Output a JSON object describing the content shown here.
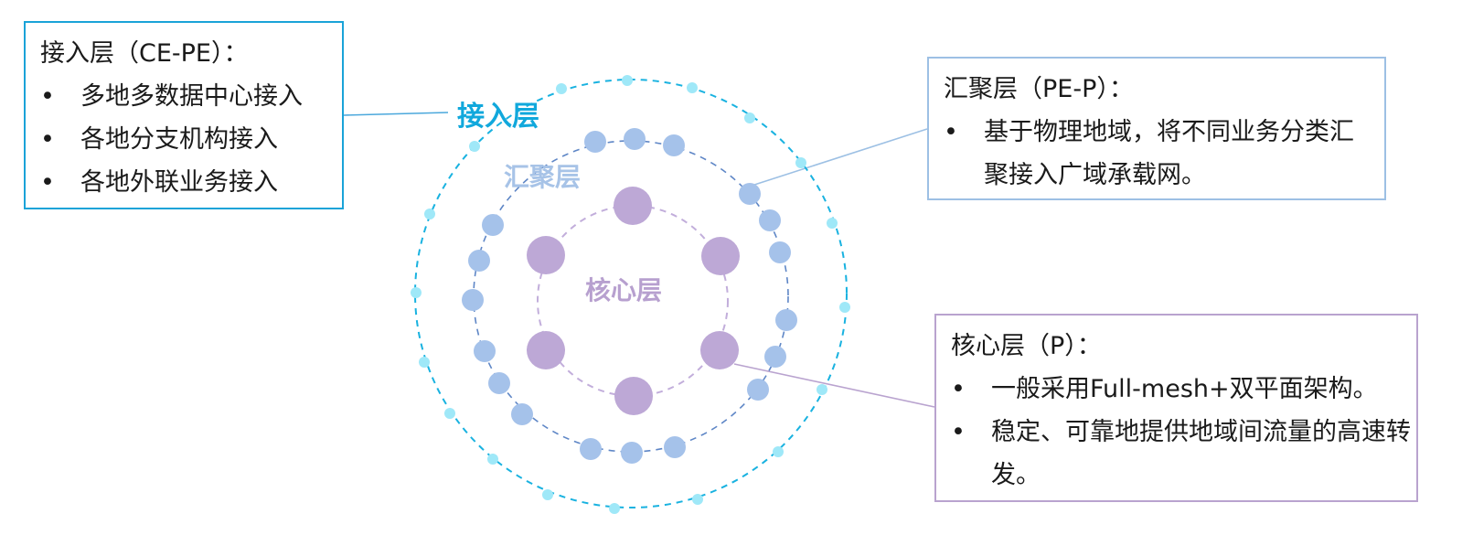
{
  "colors": {
    "access": "#19b2e0",
    "access_node": "#9fe8f8",
    "aggregation": "#5e86c6",
    "aggregation_node": "#a5c2ea",
    "core": "#c2aedb",
    "core_node": "#bda8d6",
    "access_box_border": "#1aa3d8",
    "aggregation_box_border": "#9dc0e4",
    "core_box_border": "#b9a3cf"
  },
  "rings": {
    "access": {
      "label": "接入层"
    },
    "aggregation": {
      "label": "汇聚层"
    },
    "core": {
      "label": "核心层"
    }
  },
  "callouts": {
    "access": {
      "title": "接入层（CE-PE）：",
      "bullets": [
        "多地多数据中心接入",
        "各地分支机构接入",
        "各地外联业务接入"
      ]
    },
    "aggregation": {
      "title": "汇聚层（PE-P）：",
      "bullets": [
        "基于物理地域，将不同业务分类汇聚接入广域承载网。"
      ]
    },
    "core": {
      "title": "核心层（P）：",
      "bullets": [
        "一般采用Full-mesh+双平面架构。",
        "稳定、可靠地提供地域间流量的高速转发。"
      ]
    }
  }
}
